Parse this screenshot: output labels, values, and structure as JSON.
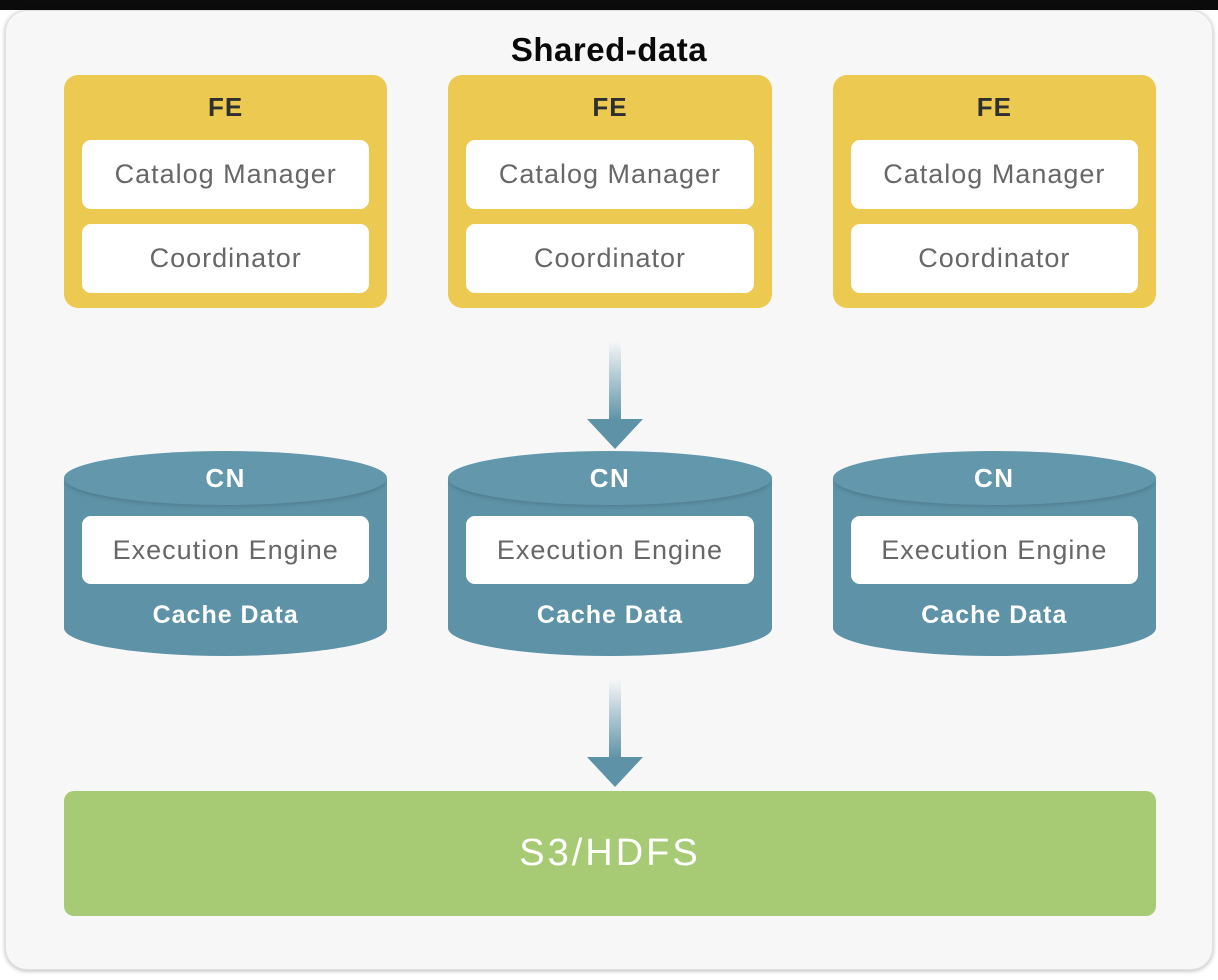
{
  "title": "Shared-data",
  "colors": {
    "fe_fill": "#ecc951",
    "cn_fill": "#5d92a7",
    "cn_top_fill": "#6397ab",
    "storage_fill": "#a7ca74",
    "component_text": "#676767",
    "node_label_text": "#ffffff",
    "fe_label_text": "#2f2f2f",
    "title_text": "#0a0a0a",
    "arrow": "#5d92a7",
    "canvas_bg": "#f7f7f8"
  },
  "fe_nodes": [
    {
      "label": "FE",
      "components": [
        "Catalog Manager",
        "Coordinator"
      ]
    },
    {
      "label": "FE",
      "components": [
        "Catalog Manager",
        "Coordinator"
      ]
    },
    {
      "label": "FE",
      "components": [
        "Catalog Manager",
        "Coordinator"
      ]
    }
  ],
  "cn_nodes": [
    {
      "label": "CN",
      "engine": "Execution Engine",
      "cache_label": "Cache Data"
    },
    {
      "label": "CN",
      "engine": "Execution Engine",
      "cache_label": "Cache Data"
    },
    {
      "label": "CN",
      "engine": "Execution Engine",
      "cache_label": "Cache Data"
    }
  ],
  "storage": {
    "label": "S3/HDFS"
  },
  "icons": {
    "flow_arrow": "down-arrow ▼"
  }
}
